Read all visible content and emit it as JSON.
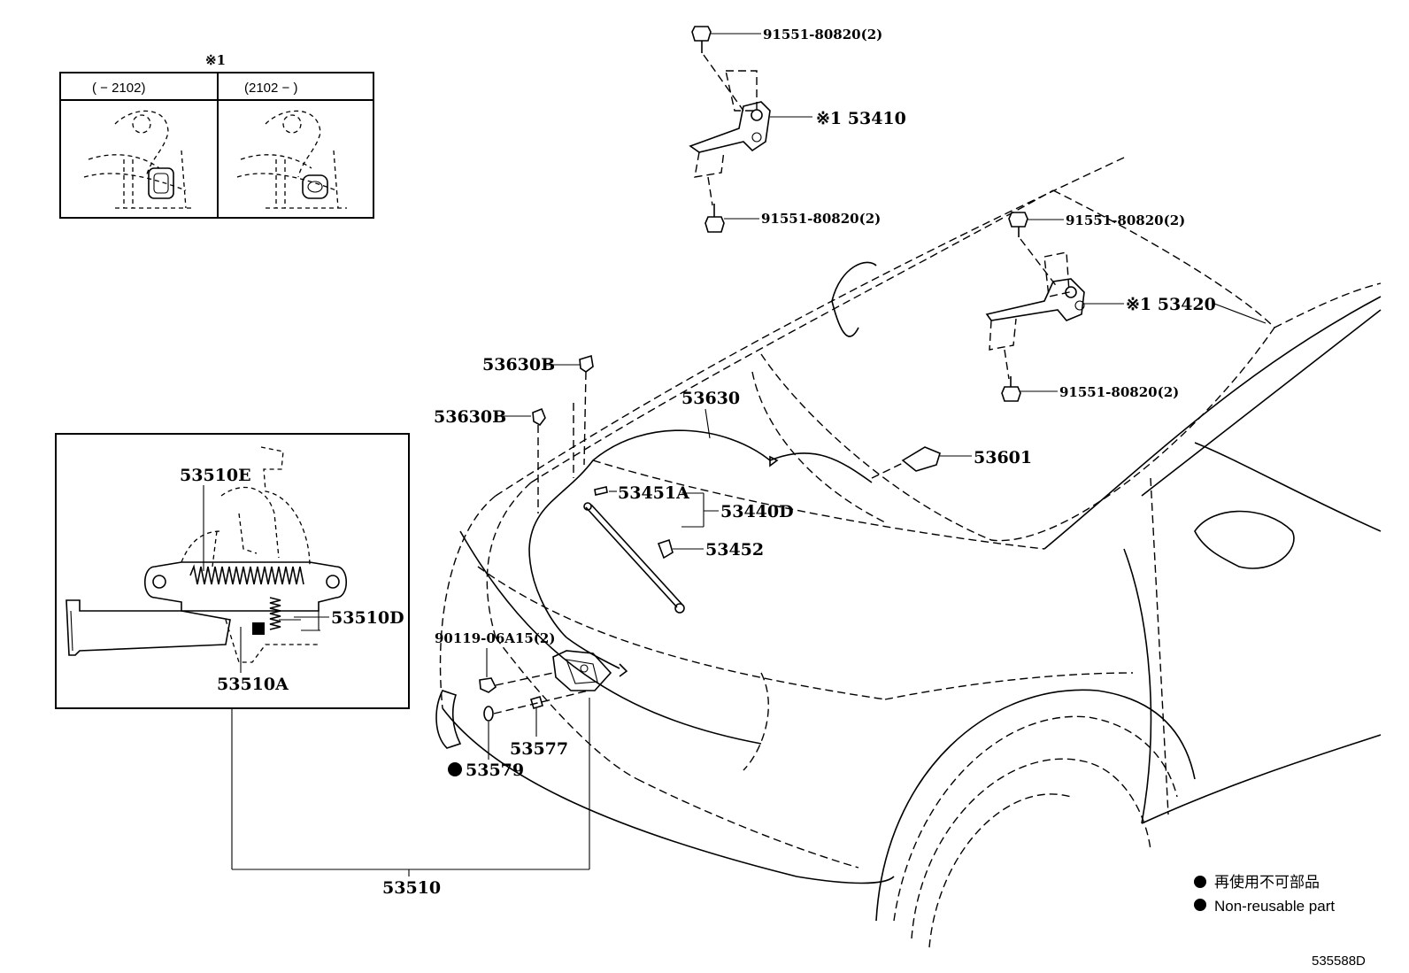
{
  "inset": {
    "mark": "※1",
    "col_left": "(      − 2102)",
    "col_right": "(2102 −       )"
  },
  "labels": {
    "bolt_1410_top": "91551-80820(2)",
    "bolt_1410_bottom": "91551-80820(2)",
    "hinge_left": "※1 53410",
    "bolt_1420_top": "91551-80820(2)",
    "bolt_1420_bottom": "91551-80820(2)",
    "hinge_right": "※1 53420",
    "clip_upper": "53630B",
    "clip_lower": "53630B",
    "cable": "53630",
    "handle": "53601",
    "rod_holder": "53451A",
    "support_rod": "53440D",
    "rod_clip": "53452",
    "spring": "53510E",
    "lock_part_d": "53510D",
    "lock_part_a": "53510A",
    "bolt_lock": "90119-06A15(2)",
    "cushion": "53577",
    "nonreuse_part": "53579",
    "lock_assy": "53510"
  },
  "legend": {
    "line_jp": "再使用不可部品",
    "line_en": "Non-reusable part"
  },
  "diagram_code": "535588D"
}
